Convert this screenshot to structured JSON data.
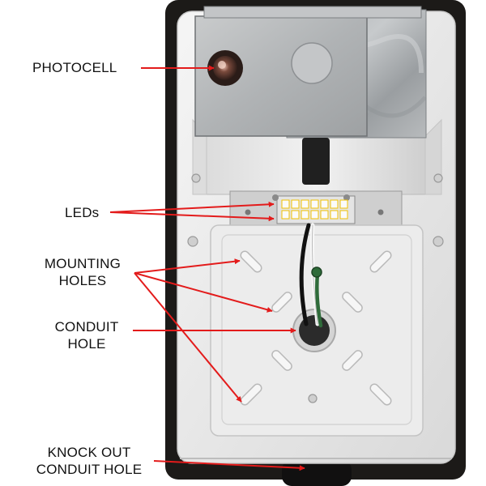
{
  "labels": {
    "photocell": "PHOTOCELL",
    "leds": "LEDs",
    "mounting_holes": [
      "MOUNTING",
      "HOLES"
    ],
    "conduit_hole": [
      "CONDUIT",
      "HOLE"
    ],
    "knock_out": [
      "KNOCK OUT",
      "CONDUIT HOLE"
    ]
  },
  "colors": {
    "arrow": "#e31b1b",
    "housing": "#1c1a18",
    "backplate": "#e9e9e9",
    "metal_box": "#b9bcbe",
    "wire_green": "#2f6b3a",
    "wire_black": "#111111",
    "wire_white": "#f7f7f7",
    "led_amber": "#f2c200"
  }
}
